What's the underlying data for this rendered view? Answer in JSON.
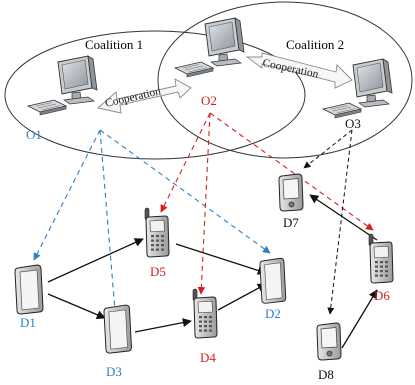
{
  "coalitions": {
    "c1": "Coalition 1",
    "c2": "Coalition 2",
    "cooperation_left": "Cooperation",
    "cooperation_right": "Cooperation"
  },
  "operators": {
    "o1": "O1",
    "o2": "O2",
    "o3": "O3"
  },
  "devices": {
    "d1": "D1",
    "d2": "D2",
    "d3": "D3",
    "d4": "D4",
    "d5": "D5",
    "d6": "D6",
    "d7": "D7",
    "d8": "D8"
  },
  "colors": {
    "blue": "#2f7fc1",
    "red": "#d62020",
    "black": "#111111"
  }
}
